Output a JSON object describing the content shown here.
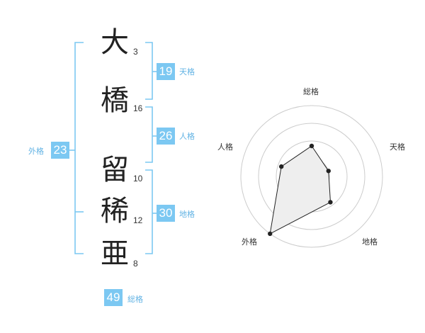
{
  "name": {
    "characters": [
      {
        "char": "大",
        "strokes": "3"
      },
      {
        "char": "橋",
        "strokes": "16"
      },
      {
        "char": "留",
        "strokes": "10"
      },
      {
        "char": "稀",
        "strokes": "12"
      },
      {
        "char": "亜",
        "strokes": "8"
      }
    ]
  },
  "fortunes": {
    "tenkaku": {
      "value": "19",
      "label": "天格"
    },
    "jinkaku": {
      "value": "26",
      "label": "人格"
    },
    "chikaku": {
      "value": "30",
      "label": "地格"
    },
    "gaikaku": {
      "value": "23",
      "label": "外格"
    },
    "soukaku": {
      "value": "49",
      "label": "総格"
    }
  },
  "colors": {
    "accent": "#7cc8f2",
    "bracket": "#7cc8f2",
    "text": "#222222",
    "ring": "#cccccc",
    "polygon_fill": "#eeeeee",
    "polygon_stroke": "#222222"
  },
  "chart_data": {
    "type": "radar",
    "axes": [
      "総格",
      "天格",
      "地格",
      "外格",
      "人格"
    ],
    "values": [
      0.43,
      0.25,
      0.45,
      1.0,
      0.45
    ],
    "rings": 4,
    "grid": true
  }
}
